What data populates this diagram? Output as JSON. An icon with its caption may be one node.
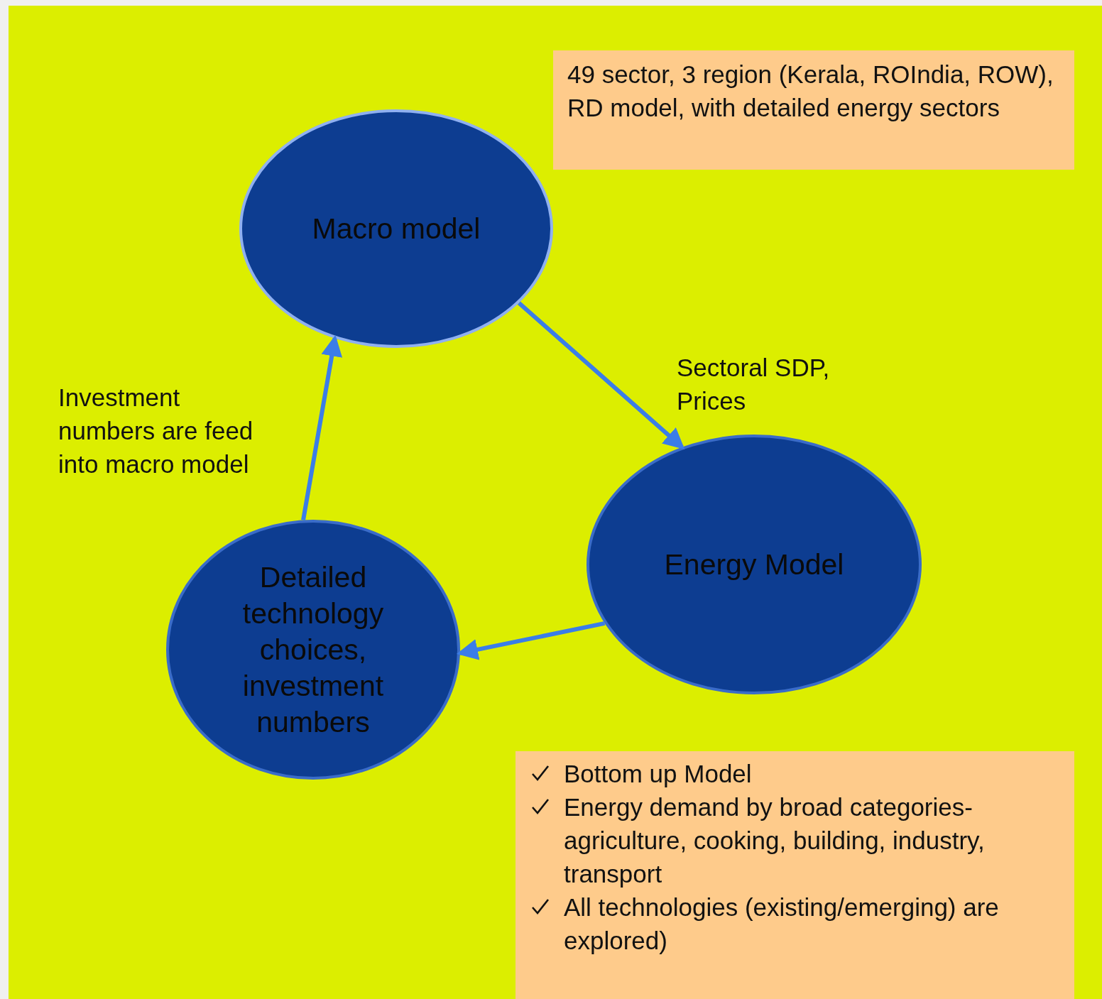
{
  "diagram": {
    "nodes": [
      {
        "text": [
          "49 sector, 3 region (Kerala, ROIndia, ROW), RD model, with detailed energy sectors"
        ]
      },
      {
        "text": [
          "Macro model"
        ]
      },
      {
        "text": [
          "Energy Model"
        ]
      },
      {
        "text": [
          "Detailed technology choices, investment numbers"
        ]
      },
      {
        "text": [
          "Bottom up Model",
          "Energy demand by broad categories- agriculture, cooking, building, industry, transport",
          "All technologies (existing/emerging) are explored)"
        ]
      }
    ],
    "edges": [
      {
        "from": 1,
        "to": 2,
        "arrow": "to",
        "label": "Sectoral SDP, Prices"
      },
      {
        "from": 2,
        "to": 3,
        "arrow": "to"
      },
      {
        "from": 3,
        "to": 1,
        "arrow": "to",
        "label": "Investment numbers are feed into macro model"
      }
    ]
  }
}
